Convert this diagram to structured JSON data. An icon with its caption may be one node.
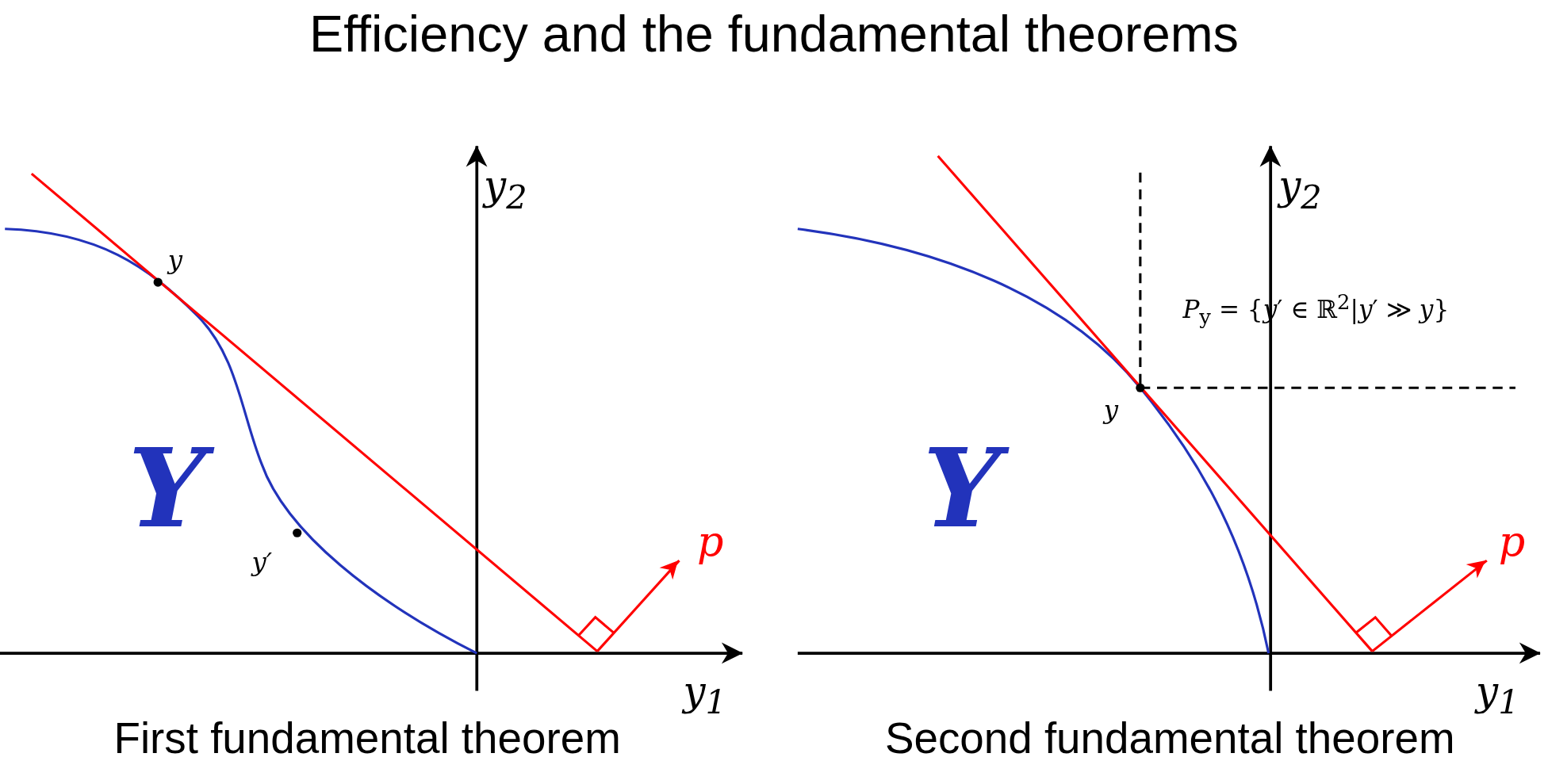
{
  "diagram": {
    "title": "Efficiency and the fundamental theorems",
    "labels": [
      "*y*$_{2}$",
      "*y*",
      "Y",
      "*y*′",
      "*p*",
      "*y*$_{1}$",
      "First fundamental theorem",
      "*y*$_{2}$",
      "*P*$_{y}$ = {*y*′ ∈ ℝ$^{2}$|*y*′ ≫ *y*}",
      "*y*",
      "Y",
      "*p*",
      "*y*$_{1}$",
      "Second fundamental theorem"
    ]
  }
}
